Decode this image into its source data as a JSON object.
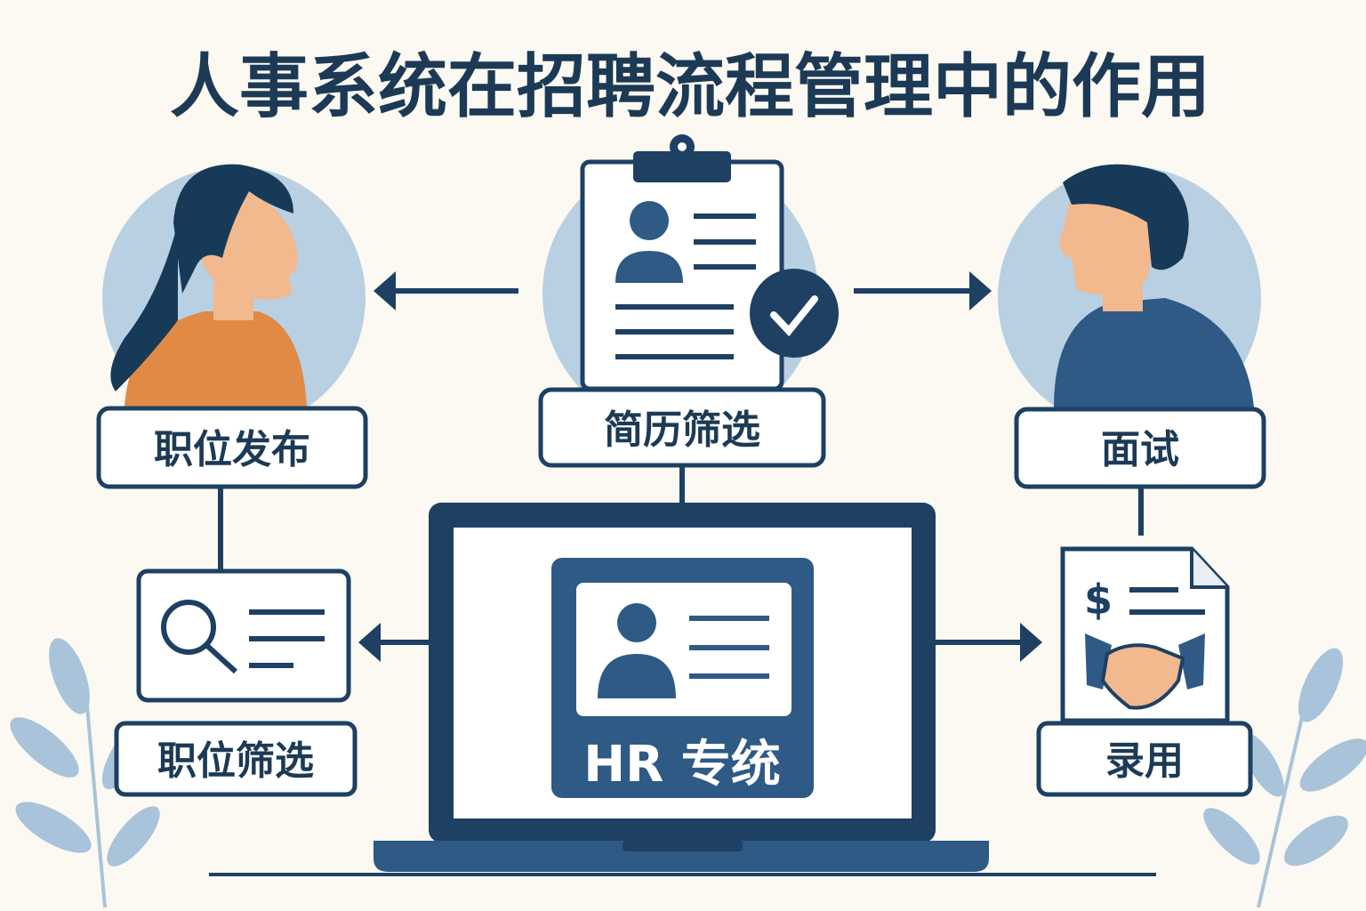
{
  "title": "人事系统在招聘流程管理中的作用",
  "steps": {
    "job_posting": "职位发布",
    "resume_screening": "简历筛选",
    "interview": "面试",
    "job_screening": "职位筛选",
    "hiring": "录用"
  },
  "center": {
    "label": "HR 专统"
  },
  "offer_symbol": "$",
  "colors": {
    "navy": "#1d4063",
    "mid_blue": "#2e5a85",
    "light_blue": "#b9d0e2",
    "orange": "#e08a45",
    "skin": "#f2b88e",
    "background": "#fbf9f2"
  }
}
